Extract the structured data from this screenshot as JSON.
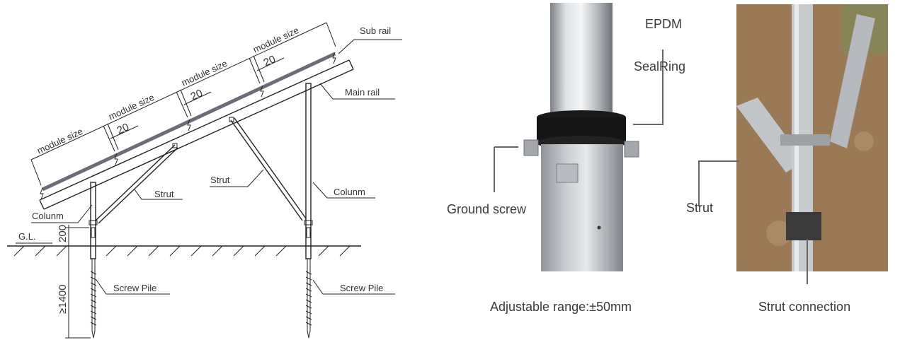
{
  "drawing": {
    "labels": {
      "sub_rail": "Sub rail",
      "main_rail": "Main rail",
      "strut_left": "Strut",
      "strut_right": "Strut",
      "column_left": "Colunm",
      "column_right": "Colunm",
      "gl": "G.L.",
      "screw_pile_left": "Screw Pile",
      "screw_pile_right": "Screw Pile",
      "dim_200": "200",
      "dim_1400": "≥1400"
    },
    "module_labels": [
      "module size",
      "module size",
      "module size",
      "module size"
    ],
    "gap_labels": [
      "20",
      "20",
      "20"
    ]
  },
  "detail": {
    "epdm_line1": "EPDM",
    "epdm_line2": "SealRing",
    "ground_screw": "Ground screw",
    "adjustable": "Adjustable range:±50mm"
  },
  "photo": {
    "strut": "Strut",
    "strut_connection": "Strut connection"
  },
  "colors": {
    "module_bar": "#6c6c78",
    "leader": "#666666",
    "galvanized": "#b9bcc0",
    "soil": "#9a7a55"
  }
}
